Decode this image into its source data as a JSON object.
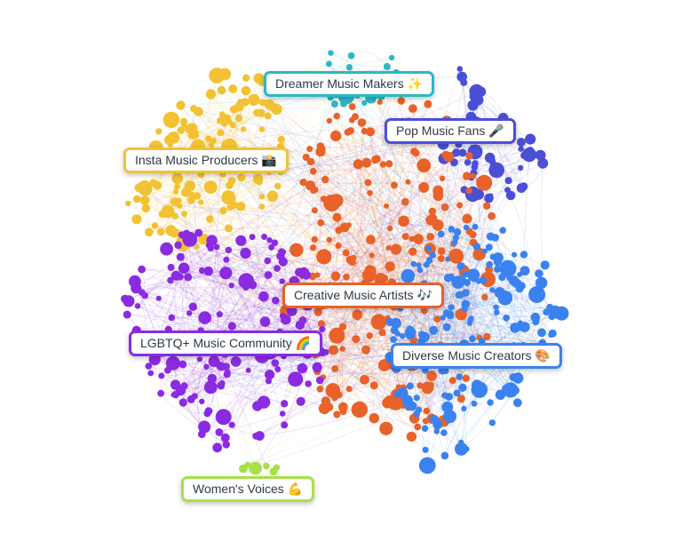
{
  "clusters": [
    {
      "id": "insta",
      "label": "Insta Music Producers 📸",
      "color": "#f2c233"
    },
    {
      "id": "dreamer",
      "label": "Dreamer Music Makers ✨",
      "color": "#2bb8c4"
    },
    {
      "id": "pop",
      "label": "Pop Music Fans 🎤",
      "color": "#4b4fd6"
    },
    {
      "id": "creative",
      "label": "Creative Music Artists 🎶",
      "color": "#e8622a"
    },
    {
      "id": "lgbtq",
      "label": "LGBTQ+ Music Community 🌈",
      "color": "#8a2be2"
    },
    {
      "id": "diverse",
      "label": "Diverse Music Creators 🎨",
      "color": "#3b82ee"
    },
    {
      "id": "women",
      "label": "Women's Voices 💪",
      "color": "#a8e04a"
    }
  ]
}
